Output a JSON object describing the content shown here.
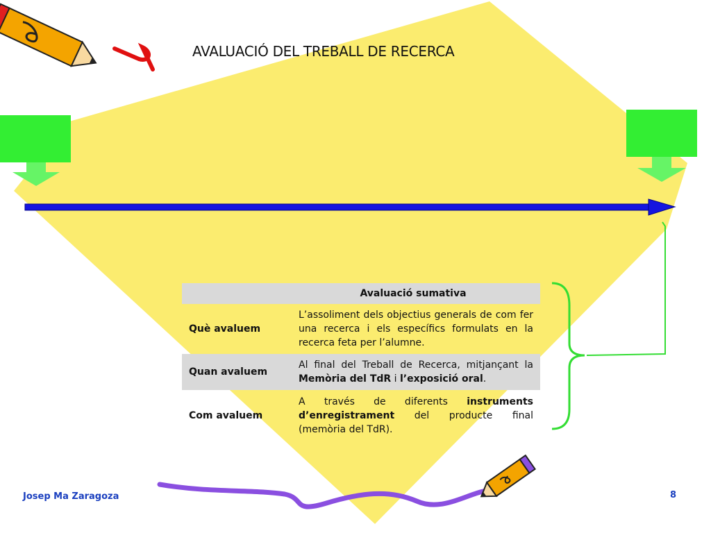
{
  "slide": {
    "title": "AVALUACIÓ DEL TREBALL DE RECERCA",
    "footer_author": "Josep Ma Zaragoza",
    "page_number": "8"
  },
  "table": {
    "header": "Avaluació sumativa",
    "rows": [
      {
        "key": "Què avaluem",
        "parts": [
          "L’assoliment dels objectius generals de com fer una recerca i els específics formulats en la recerca feta per l’alumne."
        ]
      },
      {
        "key": "Quan avaluem",
        "parts": [
          "Al final del Treball de Recerca, mitjançant la ",
          "Memòria del TdR",
          " i ",
          "l’exposició oral",
          "."
        ]
      },
      {
        "key": "Com avaluem",
        "parts": [
          "A través de diferents ",
          "instruments d’enregistrament",
          " del producte final (memòria del TdR)."
        ]
      }
    ]
  },
  "colors": {
    "background_shape": "#fbec6f",
    "timeline_arrow": "#1515e0",
    "green_arrows": "#33ee33",
    "brace": "#33dd33",
    "squiggle": "#8a4fe0",
    "pencil": "#f4a400"
  },
  "icons": [
    "pencil-icon",
    "down-arrow-icon",
    "pencil-icon"
  ]
}
